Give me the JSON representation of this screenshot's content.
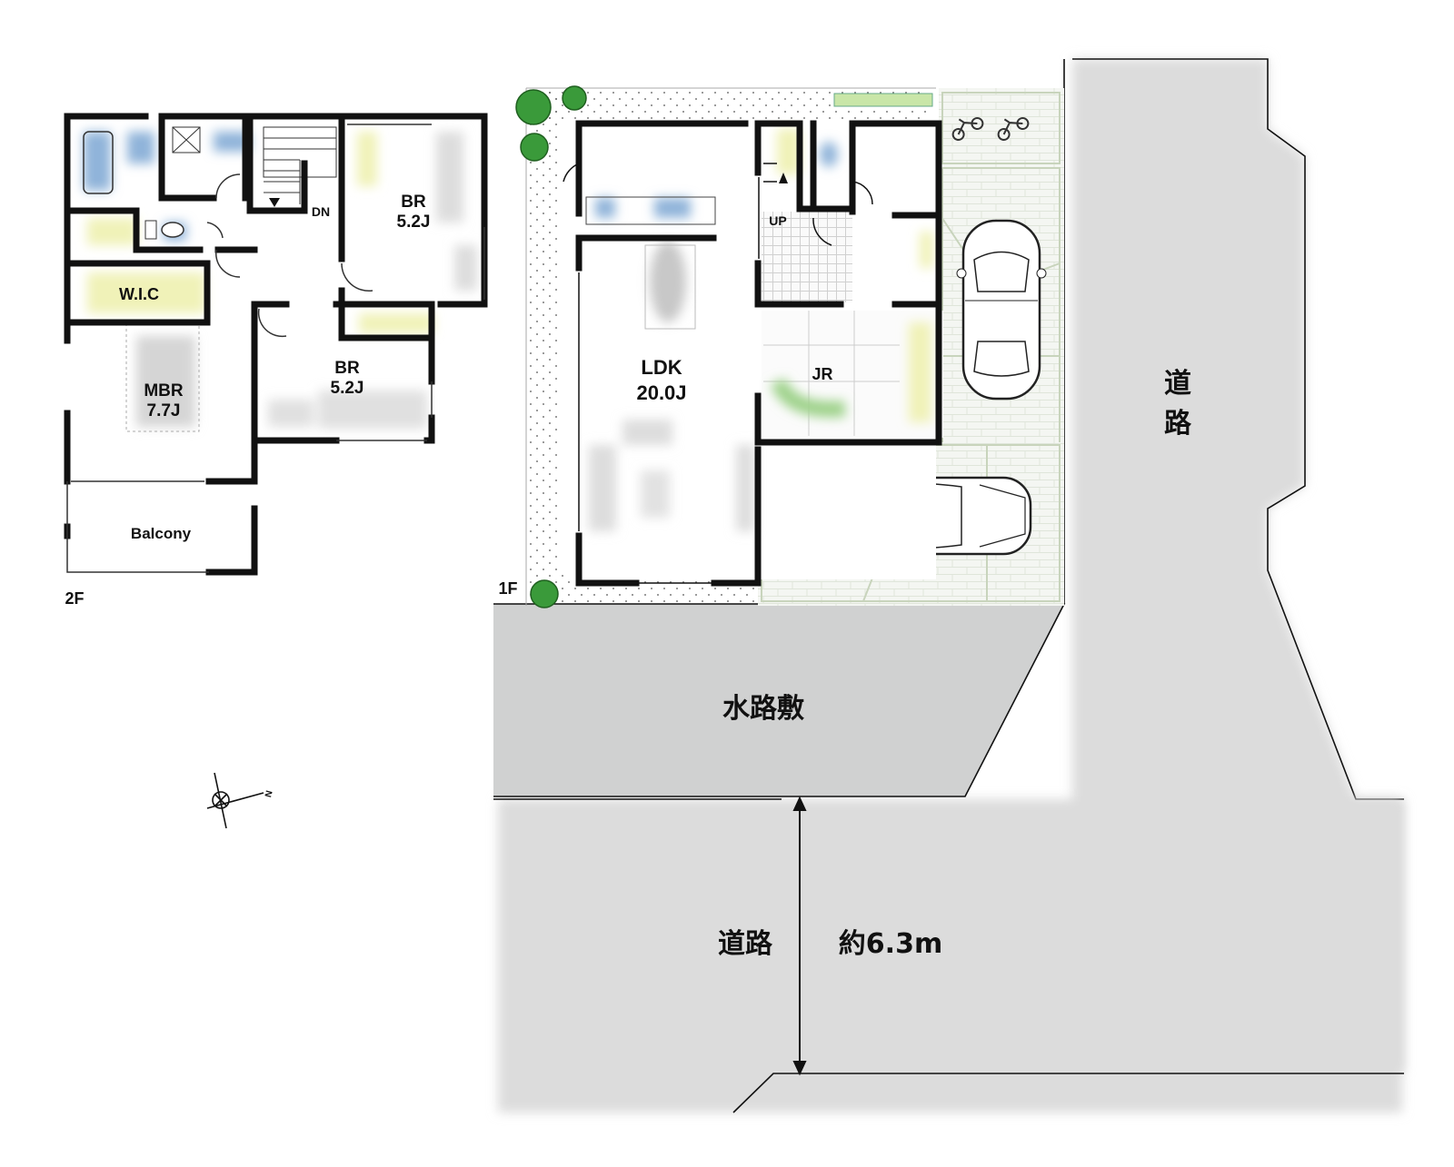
{
  "floor_labels": {
    "second": "2F",
    "first": "1F"
  },
  "rooms_2f": {
    "br_top": {
      "name": "BR",
      "size": "5.2J"
    },
    "br_bottom": {
      "name": "BR",
      "size": "5.2J"
    },
    "mbr": {
      "name": "MBR",
      "size": "7.7J"
    },
    "wic": "W.I.C",
    "balcony": "Balcony",
    "stair_dn": "DN"
  },
  "rooms_1f": {
    "ldk": {
      "name": "LDK",
      "size": "20.0J"
    },
    "jr": "JR",
    "stair_up": "UP"
  },
  "site": {
    "waterway": "水路敷",
    "road_side": "道路",
    "road_front": "道路",
    "road_width": "約6.3m"
  },
  "compass": {
    "north_label": "N"
  },
  "colors": {
    "wall": "#111111",
    "road": "#dedfdf",
    "waterway": "#d0d1d1",
    "parking_line": "#c8d4bc",
    "tree": "#3a9a3a",
    "fixture_blue": "#8fb3d9",
    "fixture_yellow": "#f0f2b8"
  }
}
